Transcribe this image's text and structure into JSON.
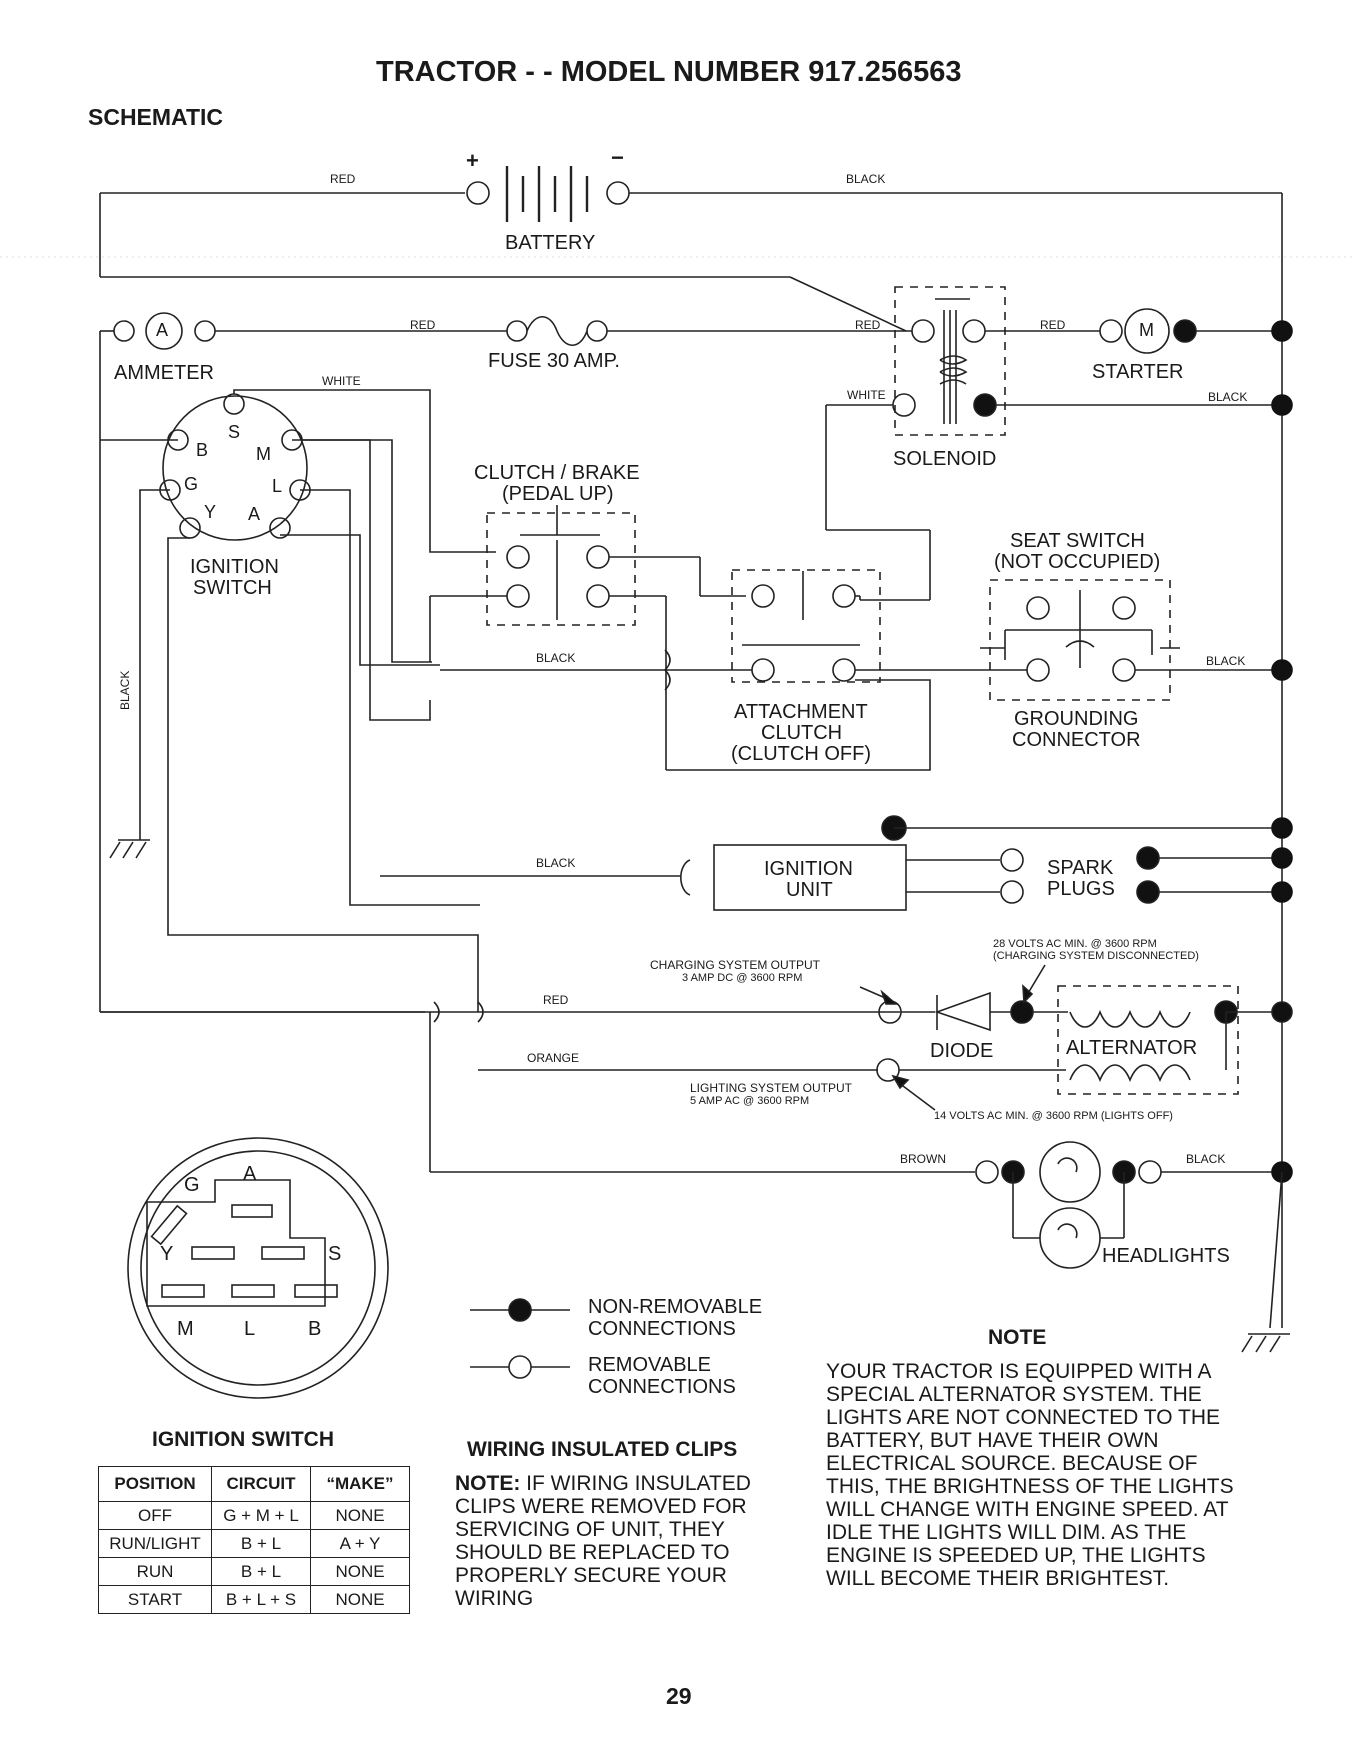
{
  "page": {
    "title": "TRACTOR - - MODEL NUMBER 917.256563",
    "section": "SCHEMATIC",
    "page_number": "29"
  },
  "components": {
    "battery": "BATTERY",
    "battery_plus": "+",
    "battery_minus": "−",
    "ammeter": "AMMETER",
    "ammeter_symbol": "A",
    "fuse": "FUSE 30 AMP.",
    "starter": "STARTER",
    "starter_symbol": "M",
    "solenoid": "SOLENOID",
    "clutch_brake_line1": "CLUTCH / BRAKE",
    "clutch_brake_line2": "(PEDAL UP)",
    "seat_switch_line1": "SEAT SWITCH",
    "seat_switch_line2": "(NOT OCCUPIED)",
    "ignition_switch_line1": "IGNITION",
    "ignition_switch_line2": "SWITCH",
    "attachment_clutch_line1": "ATTACHMENT",
    "attachment_clutch_line2": "CLUTCH",
    "attachment_clutch_line3": "(CLUTCH OFF)",
    "grounding_connector_line1": "GROUNDING",
    "grounding_connector_line2": "CONNECTOR",
    "ignition_unit_line1": "IGNITION",
    "ignition_unit_line2": "UNIT",
    "spark_plugs_line1": "SPARK",
    "spark_plugs_line2": "PLUGS",
    "diode": "DIODE",
    "alternator": "ALTERNATOR",
    "headlights": "HEADLIGHTS"
  },
  "terminals": {
    "b": "B",
    "s": "S",
    "m": "M",
    "g": "G",
    "l": "L",
    "y": "Y",
    "a": "A"
  },
  "wires": {
    "red": "RED",
    "black": "BLACK",
    "white": "WHITE",
    "orange": "ORANGE",
    "brown": "BROWN"
  },
  "annotations": {
    "charging_output_line1": "CHARGING SYSTEM OUTPUT",
    "charging_output_line2": "3 AMP DC @ 3600 RPM",
    "charging_volts_line1": "28 VOLTS AC MIN. @ 3600 RPM",
    "charging_volts_line2": "(CHARGING SYSTEM DISCONNECTED)",
    "lighting_output_line1": "LIGHTING SYSTEM OUTPUT",
    "lighting_output_line2": "5 AMP AC @ 3600 RPM",
    "lighting_volts": "14 VOLTS AC MIN. @ 3600 RPM (LIGHTS OFF)"
  },
  "legend": {
    "non_removable_line1": "NON-REMOVABLE",
    "non_removable_line2": "CONNECTIONS",
    "removable_line1": "REMOVABLE",
    "removable_line2": "CONNECTIONS"
  },
  "ignition_switch_table": {
    "title": "IGNITION SWITCH",
    "headers": [
      "POSITION",
      "CIRCUIT",
      "“MAKE”"
    ],
    "rows": [
      [
        "OFF",
        "G + M + L",
        "NONE"
      ],
      [
        "RUN/LIGHT",
        "B + L",
        "A + Y"
      ],
      [
        "RUN",
        "B + L",
        "NONE"
      ],
      [
        "START",
        "B + L + S",
        "NONE"
      ]
    ]
  },
  "connector_view": {
    "g": "G",
    "a": "A",
    "y": "Y",
    "s": "S",
    "m": "M",
    "l": "L",
    "b": "B"
  },
  "clips": {
    "title": "WIRING INSULATED CLIPS",
    "note_label": "NOTE:",
    "note_text": " IF WIRING INSULATED CLIPS WERE REMOVED FOR SERVICING OF UNIT, THEY SHOULD BE REPLACED TO PROPERLY SECURE YOUR WIRING"
  },
  "note": {
    "title": "NOTE",
    "text": "YOUR TRACTOR IS EQUIPPED WITH A SPECIAL ALTERNATOR SYSTEM. THE LIGHTS ARE NOT CONNECTED TO THE BATTERY, BUT HAVE THEIR OWN ELECTRICAL SOURCE. BECAUSE OF THIS, THE BRIGHTNESS OF THE LIGHTS WILL CHANGE WITH ENGINE SPEED. AT IDLE THE LIGHTS WILL DIM. AS THE ENGINE IS SPEEDED UP, THE LIGHTS WILL BECOME THEIR BRIGHTEST."
  }
}
